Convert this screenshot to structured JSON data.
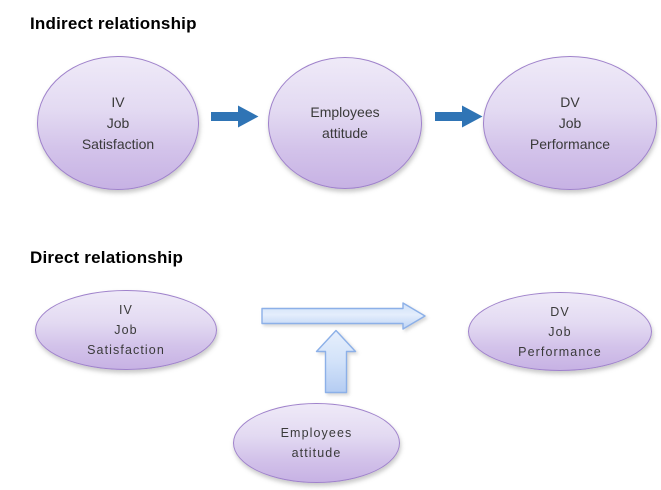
{
  "colors": {
    "background": "#FFFFFF",
    "ellipse_fill_top": "#EFEAF8",
    "ellipse_fill_bottom": "#C7B2E4",
    "ellipse_border": "#9F82CB",
    "solid_arrow_fill": "#2F74B5",
    "light_arrow_fill_top": "#D8E6FA",
    "light_arrow_fill_bottom": "#BCD2F4",
    "light_arrow_border": "#8CB0E8",
    "node_text": "#3A3A3A",
    "title_text": "#000000"
  },
  "indirect": {
    "title": "Indirect relationship",
    "nodes": [
      {
        "lines": [
          "IV",
          "Job",
          "Satisfaction"
        ]
      },
      {
        "lines": [
          "Employees",
          "attitude"
        ]
      },
      {
        "lines": [
          "DV",
          "Job",
          "Performance"
        ]
      }
    ]
  },
  "direct": {
    "title": "Direct relationship",
    "nodes": [
      {
        "lines": [
          "IV",
          "Job",
          "Satisfaction"
        ]
      },
      {
        "lines": [
          "Employees",
          "attitude"
        ]
      },
      {
        "lines": [
          "DV",
          "Job",
          "Performance"
        ]
      }
    ]
  }
}
